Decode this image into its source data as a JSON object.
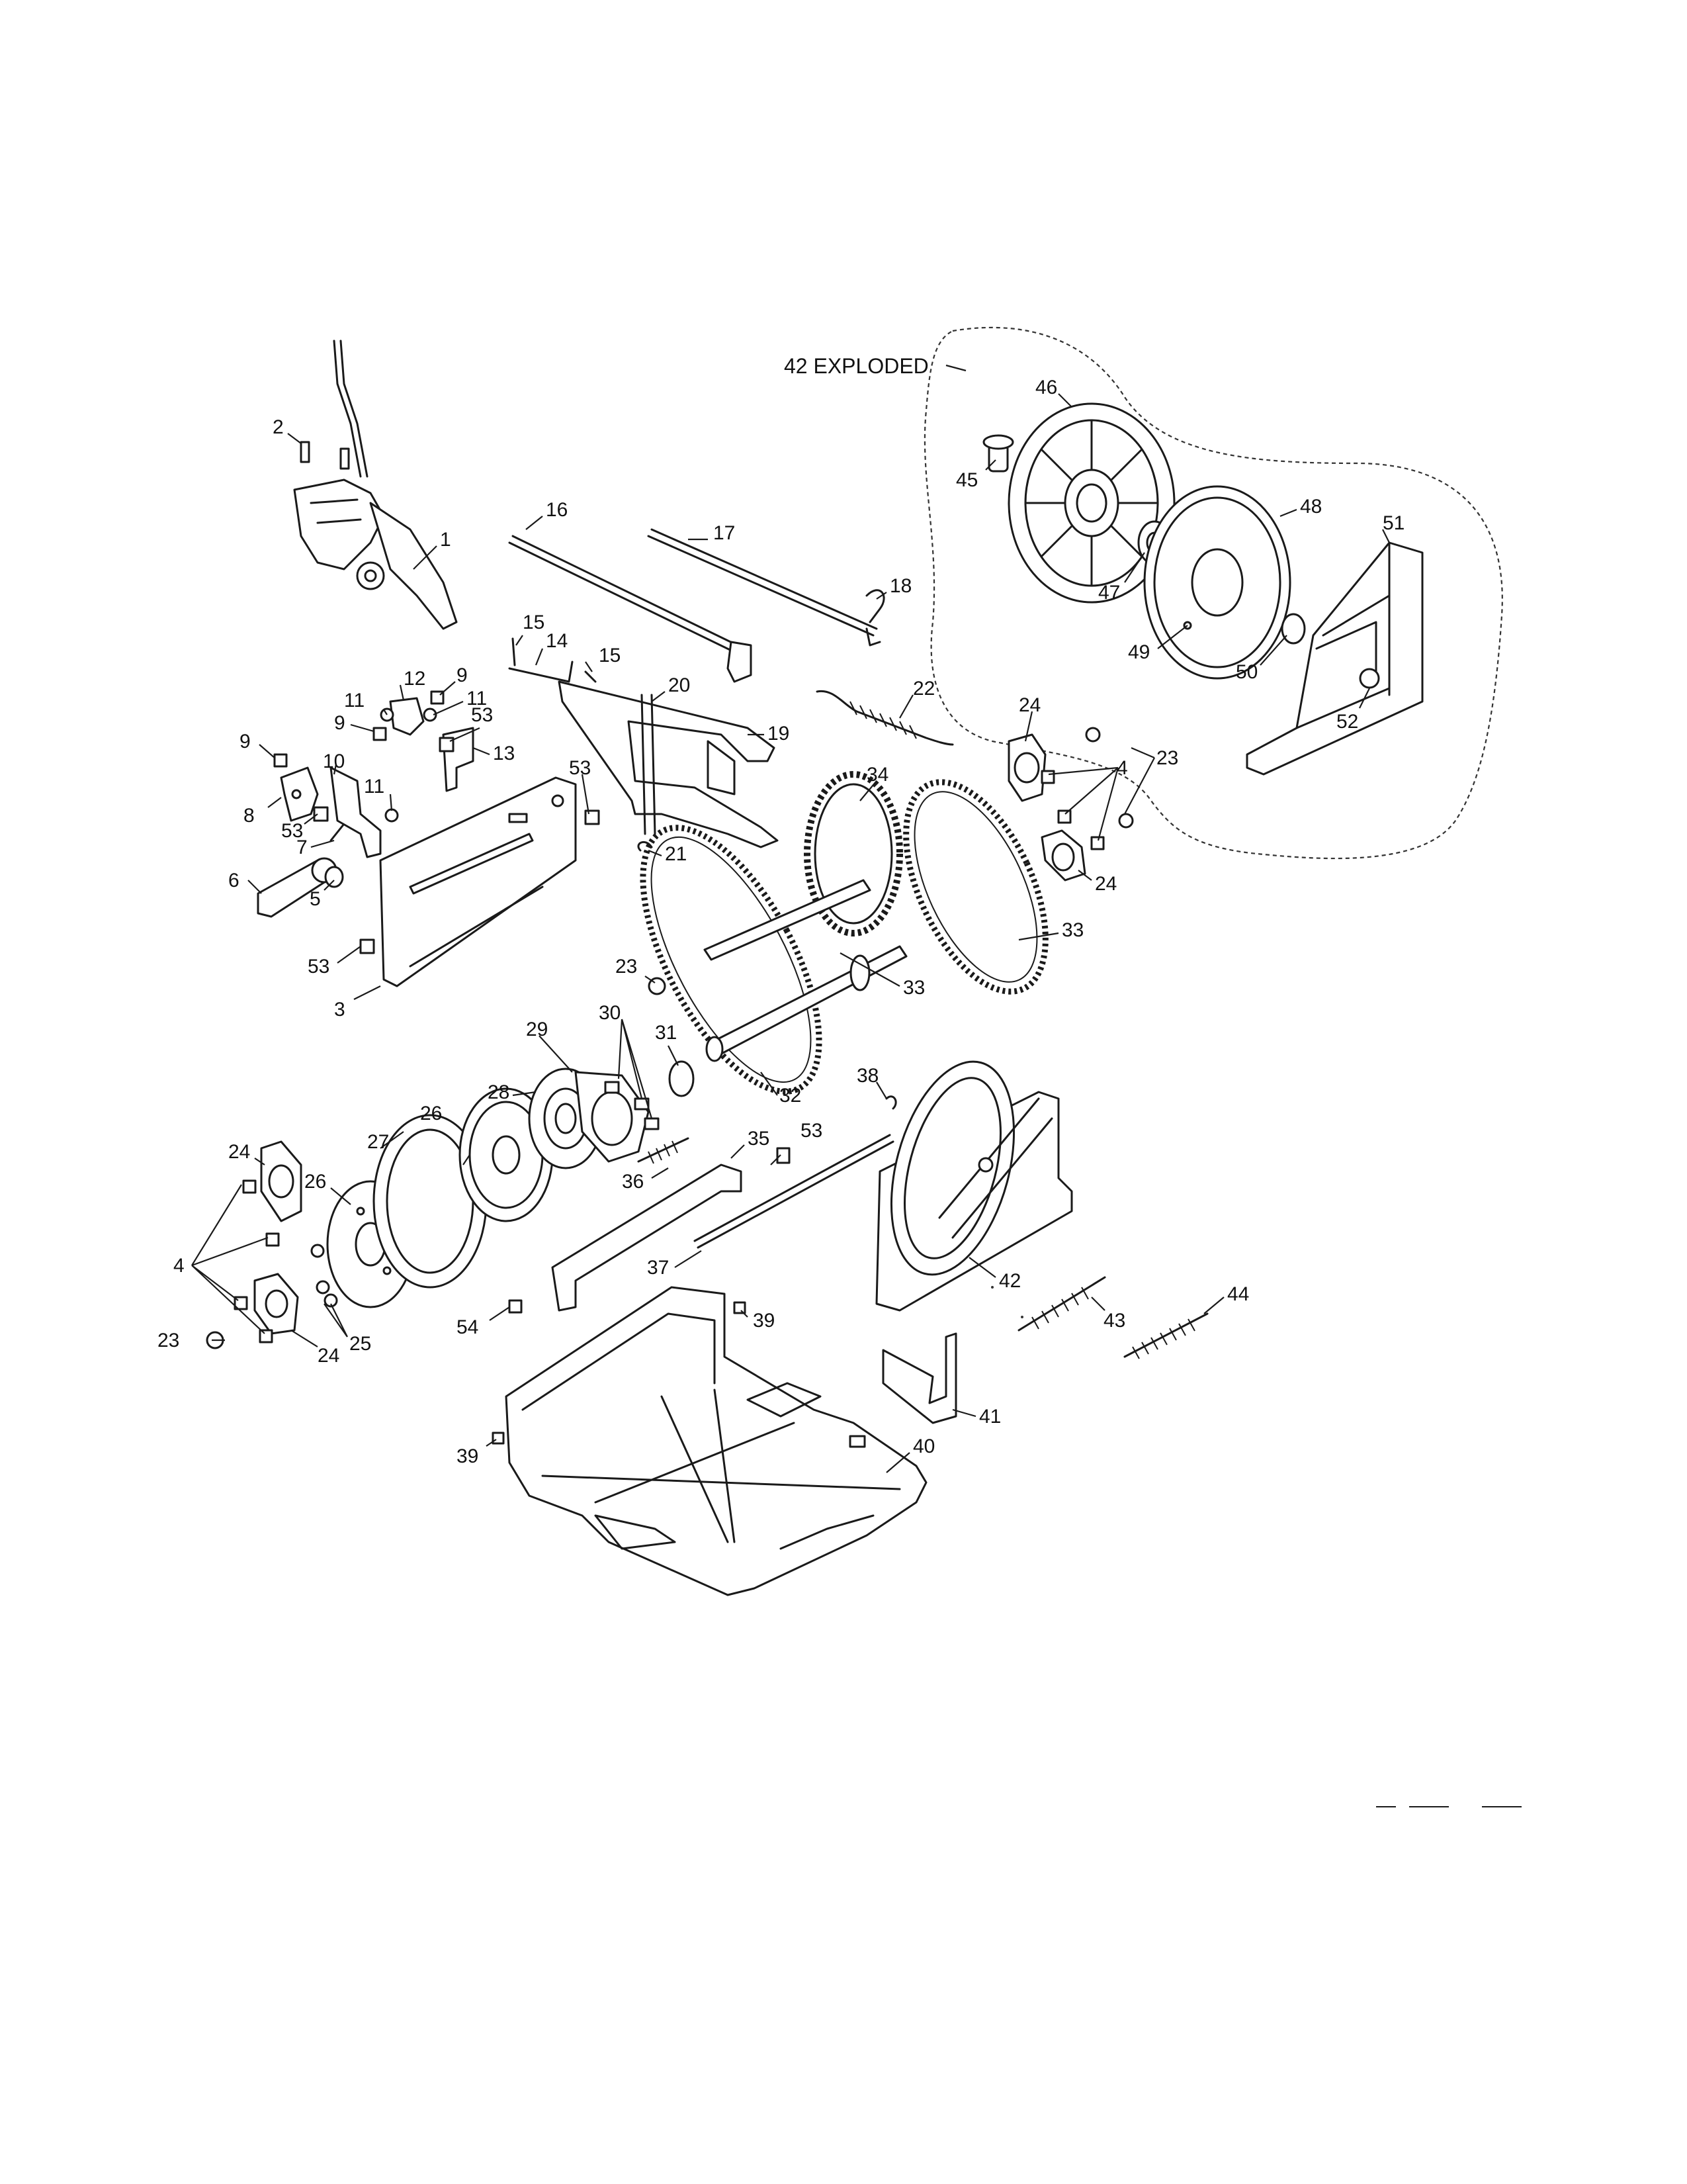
{
  "diagram": {
    "inset_title": "42 EXPLODED",
    "callouts": [
      {
        "id": "c1",
        "text": "1"
      },
      {
        "id": "c2",
        "text": "2"
      },
      {
        "id": "c3",
        "text": "3"
      },
      {
        "id": "c4a",
        "text": "4"
      },
      {
        "id": "c4b",
        "text": "4"
      },
      {
        "id": "c5",
        "text": "5"
      },
      {
        "id": "c6",
        "text": "6"
      },
      {
        "id": "c7",
        "text": "7"
      },
      {
        "id": "c8",
        "text": "8"
      },
      {
        "id": "c9a",
        "text": "9"
      },
      {
        "id": "c9b",
        "text": "9"
      },
      {
        "id": "c9c",
        "text": "9"
      },
      {
        "id": "c10",
        "text": "10"
      },
      {
        "id": "c11a",
        "text": "11"
      },
      {
        "id": "c11b",
        "text": "11"
      },
      {
        "id": "c11c",
        "text": "11"
      },
      {
        "id": "c12",
        "text": "12"
      },
      {
        "id": "c13",
        "text": "13"
      },
      {
        "id": "c14",
        "text": "14"
      },
      {
        "id": "c15a",
        "text": "15"
      },
      {
        "id": "c15b",
        "text": "15"
      },
      {
        "id": "c16",
        "text": "16"
      },
      {
        "id": "c17",
        "text": "17"
      },
      {
        "id": "c18",
        "text": "18"
      },
      {
        "id": "c19",
        "text": "19"
      },
      {
        "id": "c20",
        "text": "20"
      },
      {
        "id": "c21",
        "text": "21"
      },
      {
        "id": "c22",
        "text": "22"
      },
      {
        "id": "c23a",
        "text": "23"
      },
      {
        "id": "c23b",
        "text": "23"
      },
      {
        "id": "c23c",
        "text": "23"
      },
      {
        "id": "c24a",
        "text": "24"
      },
      {
        "id": "c24b",
        "text": "24"
      },
      {
        "id": "c24c",
        "text": "24"
      },
      {
        "id": "c24d",
        "text": "24"
      },
      {
        "id": "c25",
        "text": "25"
      },
      {
        "id": "c26a",
        "text": "26"
      },
      {
        "id": "c26b",
        "text": "26"
      },
      {
        "id": "c27",
        "text": "27"
      },
      {
        "id": "c28",
        "text": "28"
      },
      {
        "id": "c29",
        "text": "29"
      },
      {
        "id": "c30",
        "text": "30"
      },
      {
        "id": "c31",
        "text": "31"
      },
      {
        "id": "c32",
        "text": "32"
      },
      {
        "id": "c33a",
        "text": "33"
      },
      {
        "id": "c33b",
        "text": "33"
      },
      {
        "id": "c34",
        "text": "34"
      },
      {
        "id": "c35",
        "text": "35"
      },
      {
        "id": "c36",
        "text": "36"
      },
      {
        "id": "c37",
        "text": "37"
      },
      {
        "id": "c38",
        "text": "38"
      },
      {
        "id": "c39a",
        "text": "39"
      },
      {
        "id": "c39b",
        "text": "39"
      },
      {
        "id": "c40",
        "text": "40"
      },
      {
        "id": "c41",
        "text": "41"
      },
      {
        "id": "c42",
        "text": "42"
      },
      {
        "id": "c43",
        "text": "43"
      },
      {
        "id": "c44",
        "text": "44"
      },
      {
        "id": "c45",
        "text": "45"
      },
      {
        "id": "c46",
        "text": "46"
      },
      {
        "id": "c47",
        "text": "47"
      },
      {
        "id": "c48",
        "text": "48"
      },
      {
        "id": "c49",
        "text": "49"
      },
      {
        "id": "c50",
        "text": "50"
      },
      {
        "id": "c51",
        "text": "51"
      },
      {
        "id": "c52",
        "text": "52"
      },
      {
        "id": "c53a",
        "text": "53"
      },
      {
        "id": "c53b",
        "text": "53"
      },
      {
        "id": "c53c",
        "text": "53"
      },
      {
        "id": "c53d",
        "text": "53"
      },
      {
        "id": "c53e",
        "text": "53"
      },
      {
        "id": "c54",
        "text": "54"
      }
    ]
  }
}
